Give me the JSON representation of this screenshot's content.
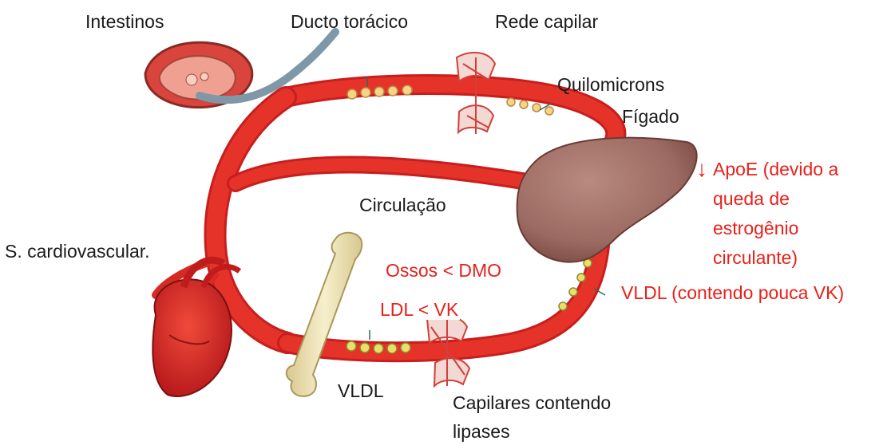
{
  "labels": {
    "intestinos": "Intestinos",
    "ducto_toracico": "Ducto torácico",
    "rede_capilar": "Rede capilar",
    "quilomicrons": "Quilomicrons",
    "figado": "Fígado",
    "apoe_arrow": "↓",
    "apoe_lines": [
      "ApoE (devido a",
      "queda de",
      "estrogênio",
      "circulante)"
    ],
    "circulacao": "Circulação",
    "s_cardiovascular": "S. cardiovascular.",
    "ossos": "Ossos < DMO",
    "ldl": "LDL < VK",
    "vldl_vk": "VLDL (contendo pouca VK)",
    "vldl": "VLDL",
    "capilares_lines": [
      "Capilares contendo",
      "lipases"
    ]
  },
  "colors": {
    "vessel": "#e5332a",
    "vessel_dark": "#b8181a",
    "liver": "#9b6a62",
    "bone": "#efe3b3",
    "annotation_red": "#e8201a",
    "text": "#1a1a1a"
  }
}
